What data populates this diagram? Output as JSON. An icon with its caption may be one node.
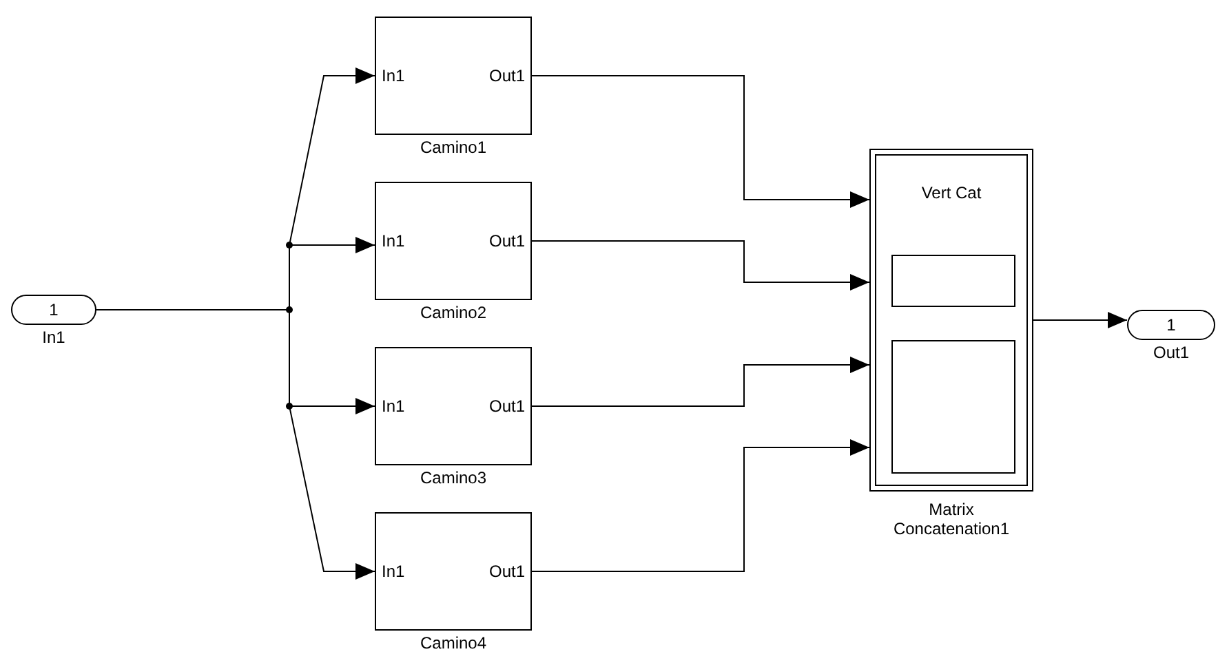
{
  "diagram": {
    "nodes": [
      {
        "text": [
          "1"
        ],
        "beside": [
          "In1"
        ]
      },
      {
        "text": [
          "In1",
          "Out1"
        ],
        "beside": [
          "Camino1"
        ]
      },
      {
        "text": [
          "In1",
          "Out1"
        ],
        "beside": [
          "Camino2"
        ]
      },
      {
        "text": [
          "In1",
          "Out1"
        ],
        "beside": [
          "Camino3"
        ]
      },
      {
        "text": [
          "In1",
          "Out1"
        ],
        "beside": [
          "Camino4"
        ]
      },
      {
        "text": [
          "Vert Cat"
        ],
        "beside": [
          "Matrix Concatenation1"
        ]
      },
      {
        "text": [
          "1"
        ],
        "beside": [
          "Out1"
        ]
      },
      {
        "text": [],
        "shape": "box",
        "in": 5
      },
      {
        "text": [],
        "shape": "box",
        "in": 5
      }
    ],
    "edges": [
      {
        "from": 0,
        "to": 1,
        "arrow": "to"
      },
      {
        "from": 0,
        "to": 2,
        "arrow": "to"
      },
      {
        "from": 0,
        "to": 3,
        "arrow": "to"
      },
      {
        "from": 0,
        "to": 4,
        "arrow": "to"
      },
      {
        "from": 1,
        "to": 5,
        "arrow": "to"
      },
      {
        "from": 2,
        "to": 5,
        "arrow": "to"
      },
      {
        "from": 3,
        "to": 5,
        "arrow": "to"
      },
      {
        "from": 4,
        "to": 5,
        "arrow": "to"
      },
      {
        "from": 5,
        "to": 6,
        "arrow": "to"
      }
    ]
  }
}
